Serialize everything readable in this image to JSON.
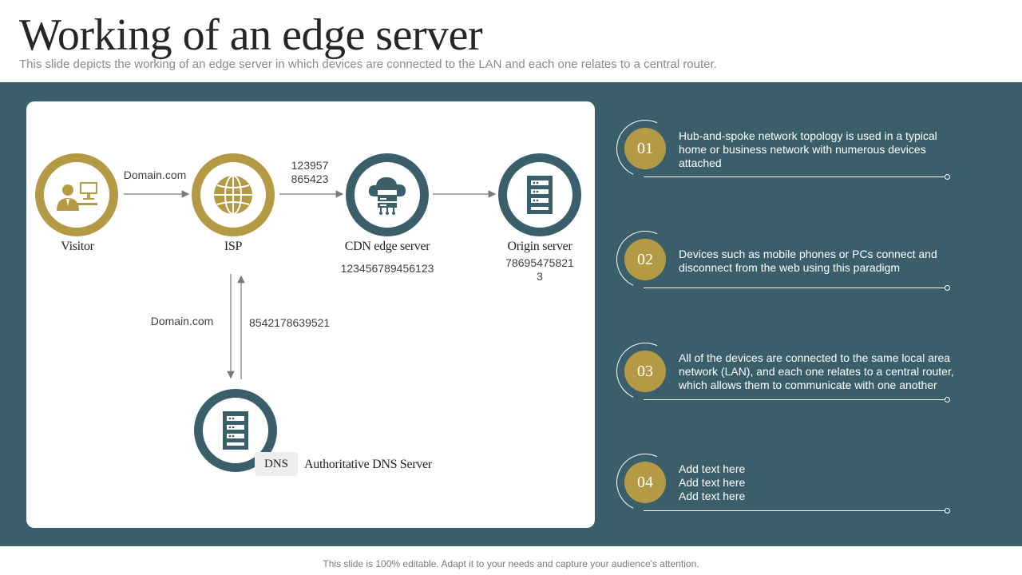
{
  "header": {
    "title": "Working of an edge server",
    "subtitle": "This slide depicts the working of an edge server in which devices are connected to the LAN and each one relates to a central router."
  },
  "diagram": {
    "nodes": {
      "visitor": {
        "label": "Visitor",
        "icon": "user-computer-icon"
      },
      "isp": {
        "label": "ISP",
        "icon": "globe-icon"
      },
      "cdn": {
        "label": "CDN edge server",
        "icon": "cloud-server-icon",
        "sublabel": "123456789456123"
      },
      "origin": {
        "label": "Origin server",
        "icon": "server-rack-icon",
        "sublabel": "78695475821\n3"
      },
      "dns": {
        "tag": "DNS",
        "label": "Authoritative DNS Server",
        "icon": "server-rack-icon"
      }
    },
    "edges": {
      "visitor_isp": "Domain.com",
      "isp_cdn": "123957\n865423",
      "isp_dns_down": "Domain.com",
      "dns_isp_up": "8542178639521"
    }
  },
  "steps": [
    {
      "number": "01",
      "text": "Hub-and-spoke network topology is used in a typical\nhome or business network with numerous devices\nattached"
    },
    {
      "number": "02",
      "text": "Devices such as mobile phones or PCs connect and\ndisconnect from the web using this paradigm"
    },
    {
      "number": "03",
      "text": "All of the devices are connected to the same local area\nnetwork (LAN), and each one relates to a central router,\nwhich allows them to communicate with one another"
    },
    {
      "number": "04",
      "text": "Add text here\nAdd text here\nAdd text here"
    }
  ],
  "footer": "This slide is 100% editable. Adapt it to your needs and capture your audience's attention.",
  "colors": {
    "gold": "#b49a45",
    "teal": "#3a5f6a"
  }
}
